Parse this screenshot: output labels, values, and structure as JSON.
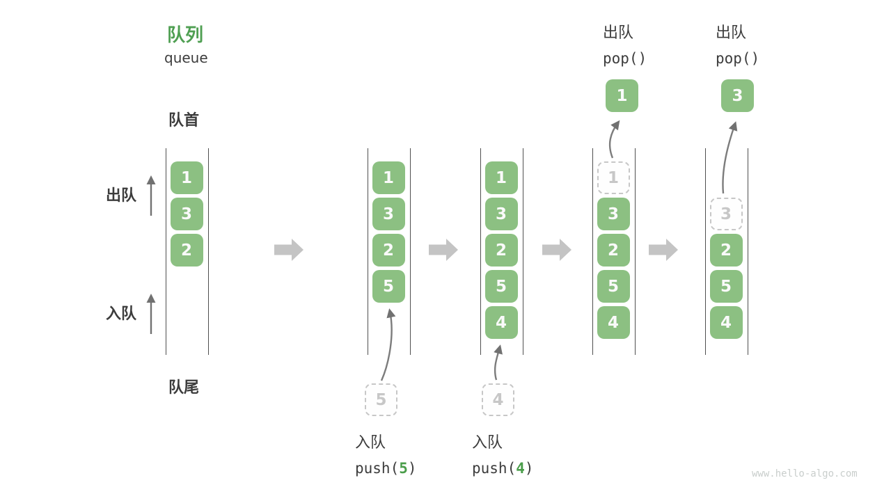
{
  "title": {
    "zh": "队列",
    "en": "queue"
  },
  "labels": {
    "front": "队首",
    "rear": "队尾",
    "dequeue_side": "出队",
    "enqueue_side": "入队"
  },
  "columns": [
    {
      "name": "state-initial",
      "cells": [
        {
          "row": 0,
          "value": "1",
          "style": "solid"
        },
        {
          "row": 1,
          "value": "3",
          "style": "solid"
        },
        {
          "row": 2,
          "value": "2",
          "style": "solid"
        }
      ]
    },
    {
      "name": "state-after-push-5",
      "cells": [
        {
          "row": 0,
          "value": "1",
          "style": "solid"
        },
        {
          "row": 1,
          "value": "3",
          "style": "solid"
        },
        {
          "row": 2,
          "value": "2",
          "style": "solid"
        },
        {
          "row": 3,
          "value": "5",
          "style": "solid"
        }
      ],
      "incoming_value": "5",
      "caption": {
        "action": "入队",
        "code_pre": "push(",
        "code_arg": "5",
        "code_post": ")"
      }
    },
    {
      "name": "state-after-push-4",
      "cells": [
        {
          "row": 0,
          "value": "1",
          "style": "solid"
        },
        {
          "row": 1,
          "value": "3",
          "style": "solid"
        },
        {
          "row": 2,
          "value": "2",
          "style": "solid"
        },
        {
          "row": 3,
          "value": "5",
          "style": "solid"
        },
        {
          "row": 4,
          "value": "4",
          "style": "solid"
        }
      ],
      "incoming_value": "4",
      "caption": {
        "action": "入队",
        "code_pre": "push(",
        "code_arg": "4",
        "code_post": ")"
      }
    },
    {
      "name": "state-after-pop-1",
      "cells": [
        {
          "row": 0,
          "value": "1",
          "style": "dashed"
        },
        {
          "row": 1,
          "value": "3",
          "style": "solid"
        },
        {
          "row": 2,
          "value": "2",
          "style": "solid"
        },
        {
          "row": 3,
          "value": "5",
          "style": "solid"
        },
        {
          "row": 4,
          "value": "4",
          "style": "solid"
        }
      ],
      "popped_value": "1",
      "top_caption": {
        "action": "出队",
        "code": "pop()"
      }
    },
    {
      "name": "state-after-pop-3",
      "cells": [
        {
          "row": 1,
          "value": "3",
          "style": "dashed"
        },
        {
          "row": 2,
          "value": "2",
          "style": "solid"
        },
        {
          "row": 3,
          "value": "5",
          "style": "solid"
        },
        {
          "row": 4,
          "value": "4",
          "style": "solid"
        }
      ],
      "popped_value": "3",
      "top_caption": {
        "action": "出队",
        "code": "pop()"
      }
    }
  ],
  "watermark": "www.hello-algo.com",
  "colors": {
    "green": "#8cc082",
    "title_green": "#4f9f52",
    "code_green": "#4a9d4a",
    "text_dark": "#3c3c3c",
    "muted_gray": "#c7c7c7",
    "arrow_gray": "#777777",
    "block_arrow_gray": "#c4c4c4",
    "watermark_gray": "#c9cecc"
  }
}
